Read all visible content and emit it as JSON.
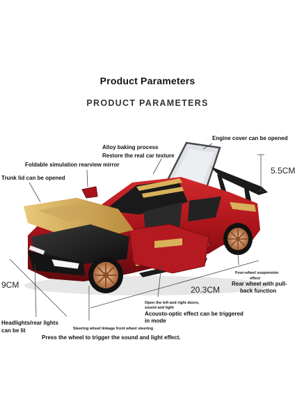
{
  "header": {
    "title": "Product Parameters",
    "subtitle": "PRODUCT PARAMETERS"
  },
  "labels": {
    "engine_cover": "Engine cover can be opened",
    "alloy_baking_1": "Alloy baking process",
    "alloy_baking_2": "Restore the real car texture",
    "rearview_mirror": "Foldable simulation rearview mirror",
    "trunk_lid": "Trunk lid can be opened",
    "headlights_1": "Headlights/rear lights",
    "headlights_2": "can be lit",
    "suspension_1": "Four-wheel suspension",
    "suspension_2": "effect",
    "pullback_1": "Rear wheel with pull-",
    "pullback_2": "back function",
    "doors_1": "Open the left and right doors,",
    "doors_2": "sound and light",
    "acousto_1": "Acousto-optic effect can be triggered",
    "acousto_2": "in mode",
    "steering": "Steering wheel linkage front wheel steering",
    "press_wheel": "Press the wheel to trigger the sound and light effect."
  },
  "dimensions": {
    "height": "5.5CM",
    "width": "9CM",
    "length": "20.3CM"
  },
  "colors": {
    "car_body": "#a8131a",
    "car_body_dark": "#5e0a0e",
    "gold_accent": "#d9b15a",
    "rim": "#c98a5a"
  }
}
